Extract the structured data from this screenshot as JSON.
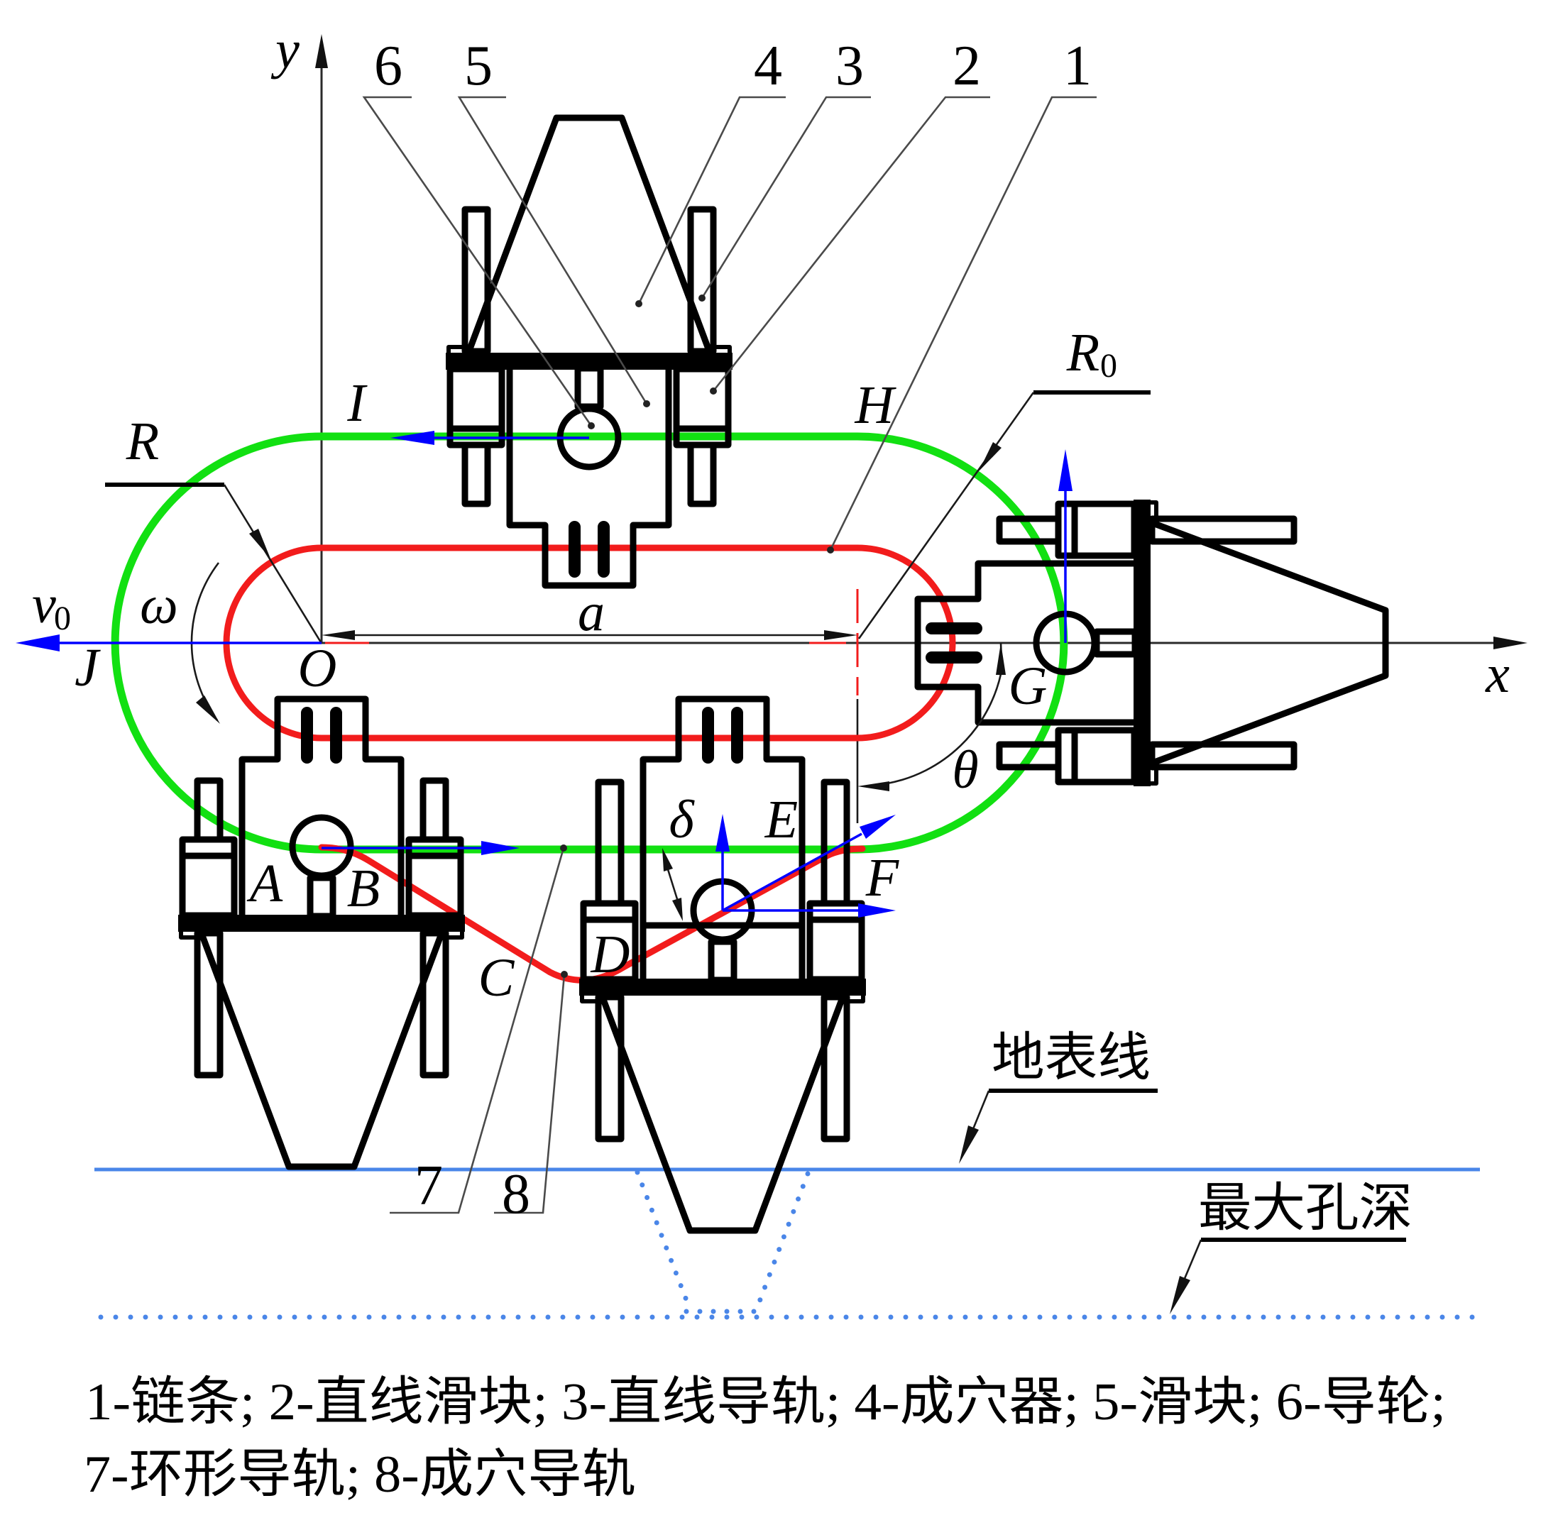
{
  "figure": {
    "kind": "mechanism schematic",
    "axes": {
      "x_label": "x",
      "y_label": "y",
      "origin_label": "O"
    },
    "points": {
      "A": "A",
      "B": "B",
      "C": "C",
      "D": "D",
      "E": "E",
      "F": "F",
      "G": "G",
      "H": "H",
      "I": "I",
      "J": "J"
    },
    "symbols": {
      "R": "R",
      "R0": {
        "main": "R",
        "sub": "0"
      },
      "v0": {
        "main": "v",
        "sub": "0"
      },
      "omega": "ω",
      "theta": "θ",
      "delta": "δ",
      "a": "a"
    },
    "annotations": {
      "ground_line": "地表线",
      "max_hole_depth": "最大孔深"
    },
    "parts": [
      {
        "number": "1",
        "name": "链条"
      },
      {
        "number": "2",
        "name": "直线滑块"
      },
      {
        "number": "3",
        "name": "直线导轨"
      },
      {
        "number": "4",
        "name": "成穴器"
      },
      {
        "number": "5",
        "name": "滑块"
      },
      {
        "number": "6",
        "name": "导轮"
      },
      {
        "number": "7",
        "name": "环形导轨"
      },
      {
        "number": "8",
        "name": "成穴导轨"
      }
    ],
    "legend": {
      "line1": "1-链条; 2-直线滑块; 3-直线导轨; 4-成穴器; 5-滑块; 6-导轮;",
      "line2": "7-环形导轨; 8-成穴导轨"
    }
  },
  "colors": {
    "annular_guide_rail": "#12e012",
    "chain_and_hole_guide": "#f21c1c",
    "velocity_vectors": "#0000ff",
    "ground_and_depth_lines": "#4a86e8",
    "outline": "#000000"
  }
}
